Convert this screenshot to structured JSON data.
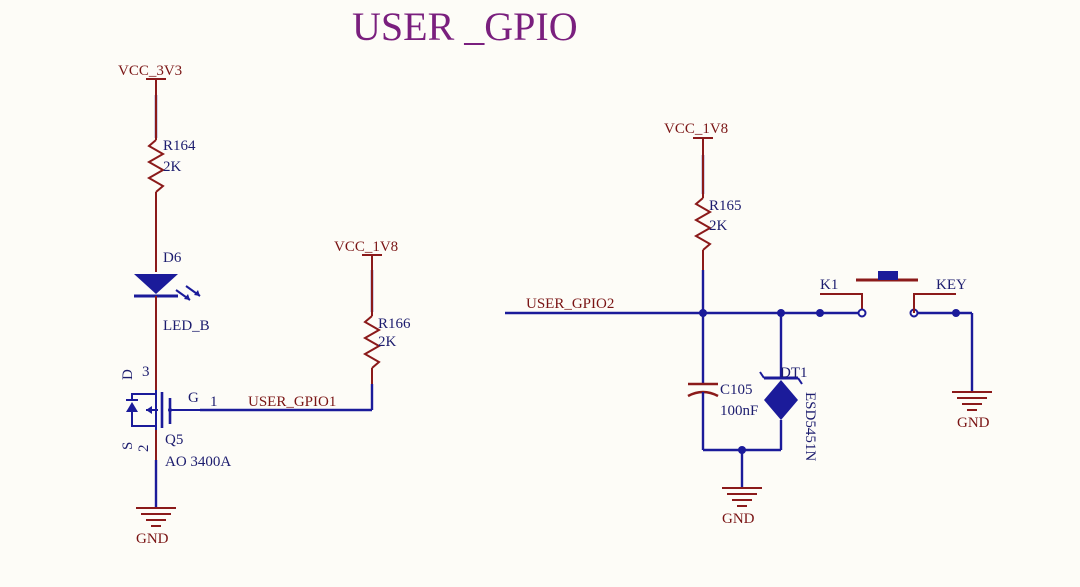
{
  "title": "USER _GPIO",
  "left_circuit": {
    "power_top": "VCC_3V3",
    "r164": {
      "ref": "R164",
      "value": "2K"
    },
    "d6": {
      "ref": "D6",
      "value": "LED_B"
    },
    "q5": {
      "ref": "Q5",
      "value": "AO 3400A",
      "pin_d": "D",
      "pin_s": "S",
      "pin_g": "G",
      "pin_3": "3",
      "pin_2": "2",
      "pin_1": "1"
    },
    "gnd": "GND",
    "power_gate": "VCC_1V8",
    "r166": {
      "ref": "R166",
      "value": "2K"
    },
    "net": "USER_GPIO1"
  },
  "right_circuit": {
    "power_top": "VCC_1V8",
    "r165": {
      "ref": "R165",
      "value": "2K"
    },
    "net": "USER_GPIO2",
    "c105": {
      "ref": "C105",
      "value": "100nF"
    },
    "dt1": {
      "ref": "DT1",
      "value": "ESD5451N"
    },
    "k1": {
      "ref": "K1",
      "value": "KEY"
    },
    "gnd_cap": "GND",
    "gnd_key": "GND"
  }
}
